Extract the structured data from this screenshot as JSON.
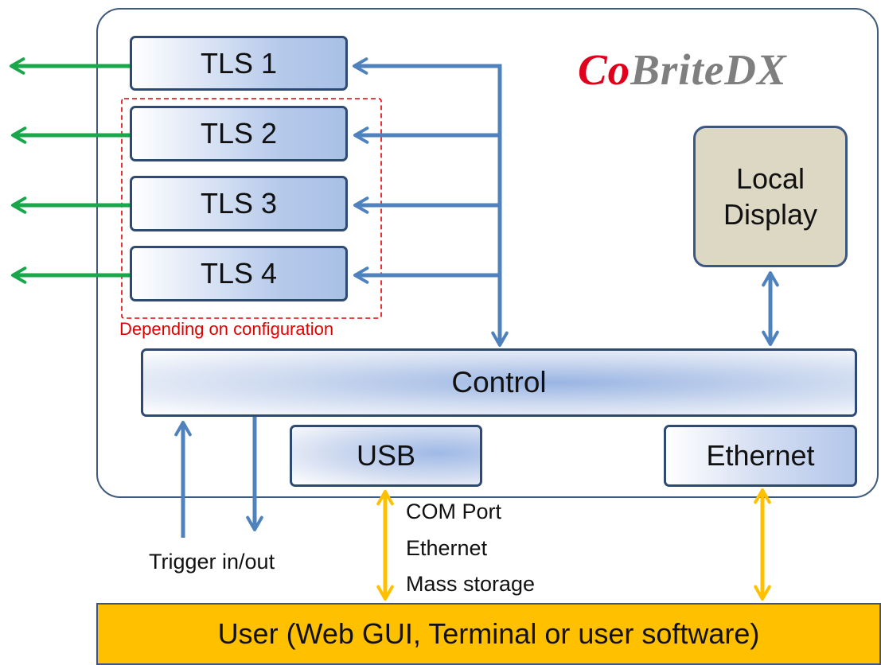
{
  "brand": {
    "prefix": "Co",
    "suffix": "BriteDX"
  },
  "modules": {
    "tls1": "TLS 1",
    "tls2": "TLS 2",
    "tls3": "TLS 3",
    "tls4": "TLS 4",
    "config_note": "Depending on configuration",
    "local_display_line1": "Local",
    "local_display_line2": "Display",
    "control": "Control",
    "usb": "USB",
    "ethernet": "Ethernet"
  },
  "usb_modes": [
    "COM Port",
    "Ethernet",
    "Mass storage"
  ],
  "trigger_label": "Trigger in/out",
  "user_label": "User (Web GUI, Terminal or user software)",
  "colors": {
    "bus_arrow": "#4f81bd",
    "optical_output": "#1aa64a",
    "host_link": "#ffc000",
    "config_outline": "#e00000",
    "brand_accent": "#e0001b",
    "brand_grey": "#7f7f7f"
  }
}
